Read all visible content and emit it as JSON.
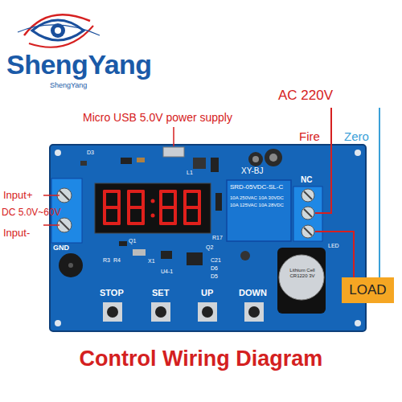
{
  "diagram": {
    "title": "Control Wiring Diagram",
    "nodes": [
      {
        "text": [
          "LOAD"
        ]
      }
    ],
    "labels": [
      "ShengYang",
      "ShengYang",
      "Micro USB 5.0V power supply",
      "AC 220V",
      "Fire",
      "Zero",
      "XY-BJ",
      "NC",
      "Input+",
      "DC 5.0V~60V",
      "Input-",
      "GND",
      "SRD-05VDC-SL-C",
      "10A 250VAC 10A 30VDC",
      "10A 125VAC 10A 28VDC",
      "Lithium Cell CR1220 3V",
      "STOP",
      "SET",
      "UP",
      "DOWN",
      "D3",
      "L1",
      "Q1",
      "X1",
      "Q2",
      "R3",
      "R4",
      "C21",
      "D6",
      "D5",
      "R17",
      "LED",
      "U4-1"
    ]
  }
}
